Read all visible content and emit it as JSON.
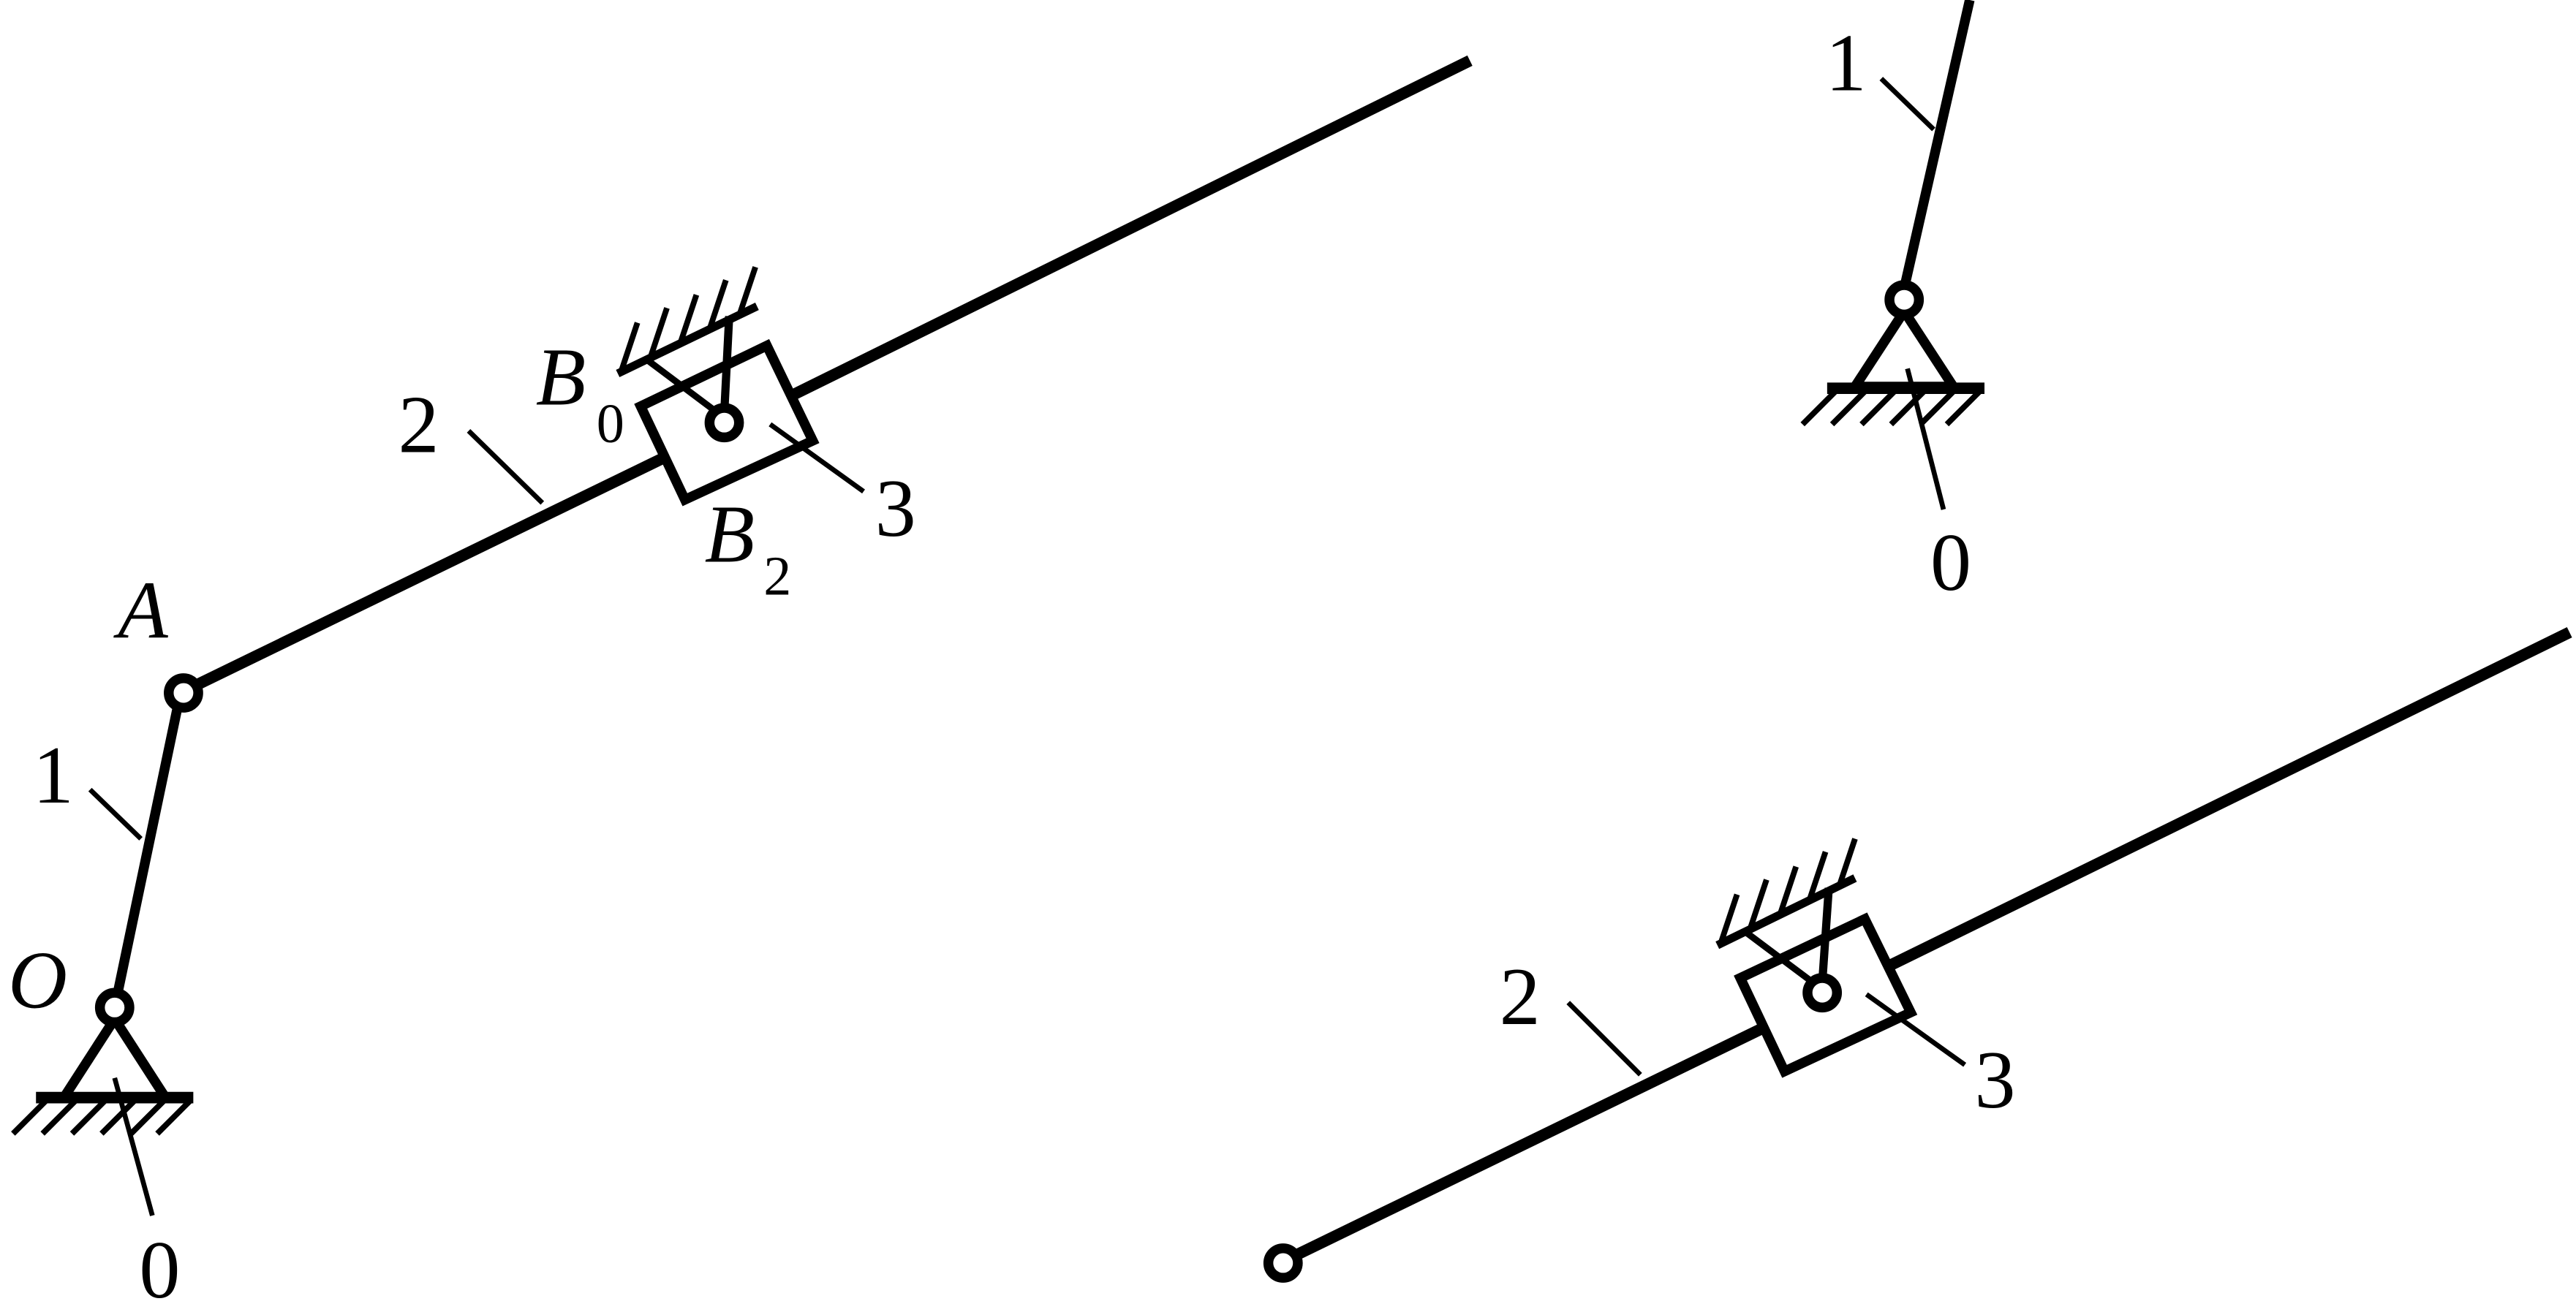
{
  "labels": {
    "main_link_1": "1",
    "main_link_2": "2",
    "main_slider_3": "3",
    "main_ground": "0",
    "main_joint_a": "A",
    "main_joint_o": "O",
    "main_point_b": "B",
    "main_sub_0": "0",
    "main_sub_2": "2",
    "tr_link_1": "1",
    "tr_ground": "0",
    "br_link_2": "2",
    "br_slider_3": "3"
  },
  "colors": {
    "ink": "#000000",
    "paper": "#ffffff"
  }
}
